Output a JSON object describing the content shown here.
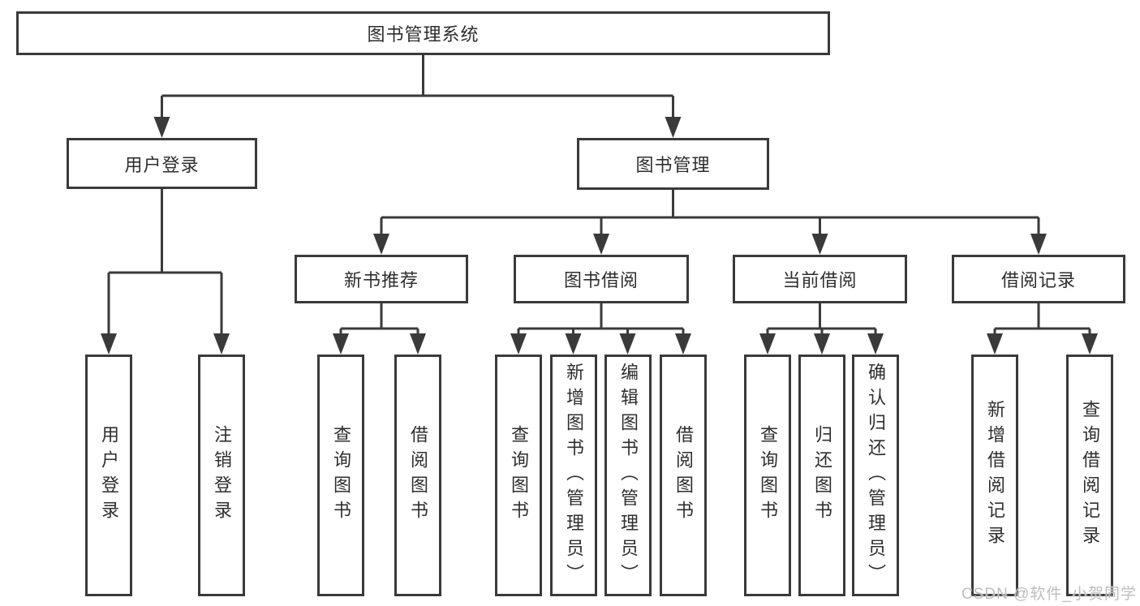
{
  "diagram": {
    "root": "图书管理系统",
    "level2": [
      {
        "label": "用户登录"
      },
      {
        "label": "图书管理"
      }
    ],
    "login_children": [
      "用户登录",
      "注销登录"
    ],
    "groups": [
      {
        "label": "新书推荐",
        "children": [
          "查询图书",
          "借阅图书"
        ]
      },
      {
        "label": "图书借阅",
        "children": [
          "查询图书",
          "新增图书（管理员）",
          "编辑图书（管理员）",
          "借阅图书"
        ]
      },
      {
        "label": "当前借阅",
        "children": [
          "查询图书",
          "归还图书",
          "确认归还（管理员）"
        ]
      },
      {
        "label": "借阅记录",
        "children": [
          "新增借阅记录",
          "查询借阅记录"
        ]
      }
    ]
  },
  "watermark": "CSDN @软件_小贺同学",
  "colors": {
    "line": "#3a3a3a",
    "text": "#2e2e2e",
    "watermark": "#bdbdbd",
    "background": "#ffffff"
  }
}
